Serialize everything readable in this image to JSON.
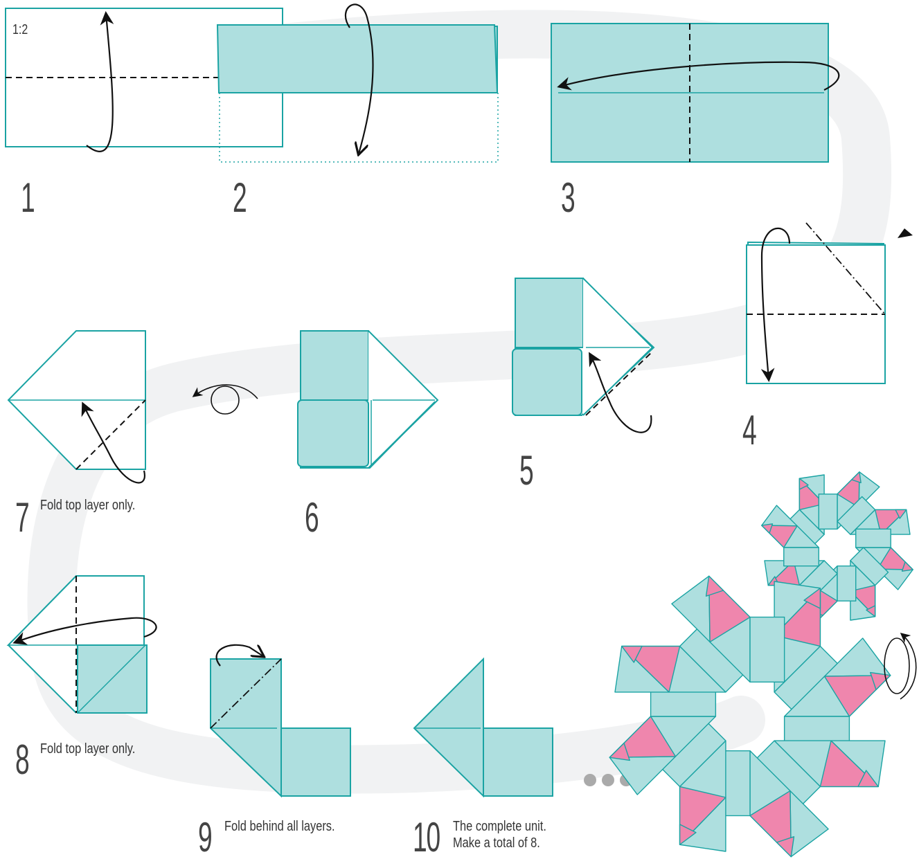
{
  "colors": {
    "paper": "#aedfdf",
    "edge": "#1aa3a3",
    "pink": "#ef86ad",
    "background_path": "#f1f2f3",
    "text": "#444444",
    "arrow": "#111111"
  },
  "ratio_label": "1:2",
  "steps": [
    {
      "number": "1",
      "caption": ""
    },
    {
      "number": "2",
      "caption": ""
    },
    {
      "number": "3",
      "caption": ""
    },
    {
      "number": "4",
      "caption": ""
    },
    {
      "number": "5",
      "caption": ""
    },
    {
      "number": "6",
      "caption": ""
    },
    {
      "number": "7",
      "caption": "Fold top layer only."
    },
    {
      "number": "8",
      "caption": "Fold top layer only."
    },
    {
      "number": "9",
      "caption": "Fold behind all layers."
    },
    {
      "number": "10",
      "caption": "The complete unit.",
      "caption2": "Make a total of 8."
    }
  ],
  "icons": [
    "turn-over-icon",
    "ellipsis-dots-icon",
    "rotate-icon",
    "sink-arrowhead-icon"
  ]
}
